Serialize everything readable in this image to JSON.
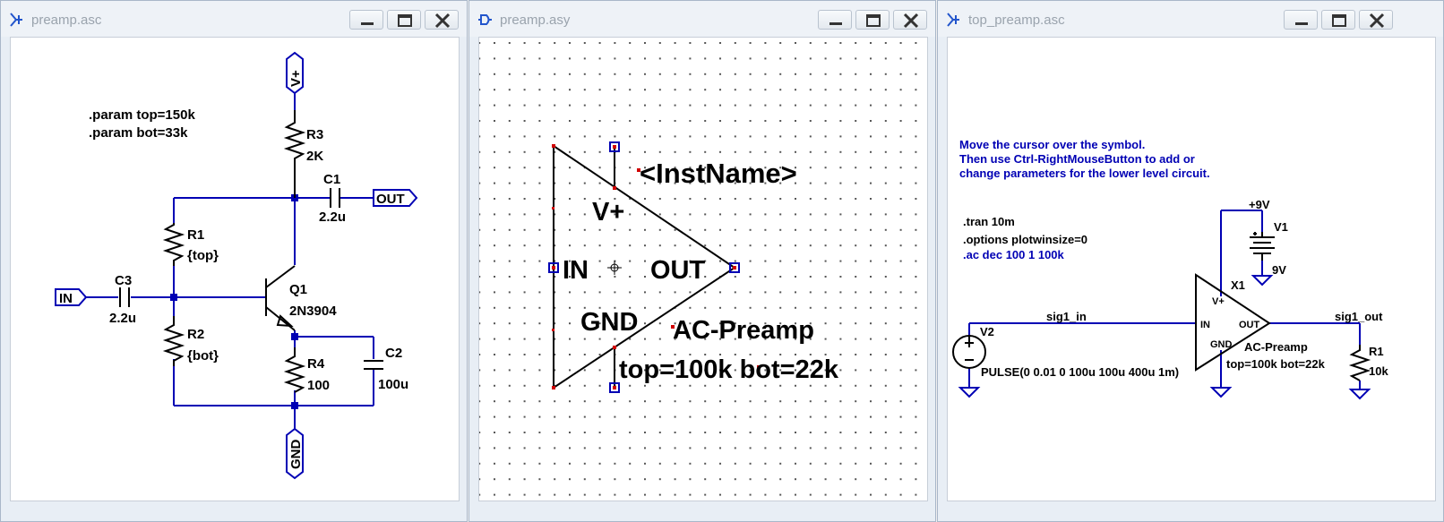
{
  "windows": {
    "sch": {
      "title": "preamp.asc"
    },
    "sym": {
      "title": "preamp.asy"
    },
    "top": {
      "title": "top_preamp.asc"
    }
  },
  "schematic": {
    "params": [
      ".param top=150k",
      ".param bot=33k"
    ],
    "ports": {
      "vplus": "V+",
      "out": "OUT",
      "in": "IN",
      "gnd": "GND"
    },
    "R3": {
      "name": "R3",
      "value": "2K"
    },
    "C1": {
      "name": "C1",
      "value": "2.2u"
    },
    "R1": {
      "name": "R1",
      "value": "{top}"
    },
    "C3": {
      "name": "C3",
      "value": "2.2u"
    },
    "Q1": {
      "name": "Q1",
      "value": "2N3904"
    },
    "R2": {
      "name": "R2",
      "value": "{bot}"
    },
    "R4": {
      "name": "R4",
      "value": "100"
    },
    "C2": {
      "name": "C2",
      "value": "100u"
    }
  },
  "symbol": {
    "instname": "<InstName>",
    "pin_vplus": "V+",
    "pin_in": "IN",
    "pin_out": "OUT",
    "pin_gnd": "GND",
    "value": "AC-Preamp",
    "params": "top=100k bot=22k"
  },
  "top": {
    "instructions": [
      "Move the cursor over the symbol.",
      "Then use Ctrl-RightMouseButton to add or",
      "change  parameters for the lower level circuit."
    ],
    "directives": [
      ".tran 10m",
      ".options plotwinsize=0"
    ],
    "ac_directive": ".ac dec 100 1 100k",
    "V1": {
      "name": "V1",
      "supply": "+9V",
      "value": "9V"
    },
    "V2": {
      "name": "V2",
      "value": "PULSE(0 0.01 0 100u 100u 400u 1m)"
    },
    "X1": {
      "name": "X1",
      "value": "AC-Preamp",
      "params": "top=100k bot=22k",
      "pin_vplus": "V+",
      "pin_in": "IN",
      "pin_out": "OUT",
      "pin_gnd": "GND"
    },
    "R1": {
      "name": "R1",
      "value": "10k"
    },
    "nets": {
      "in": "sig1_in",
      "out": "sig1_out"
    }
  },
  "colors": {
    "wire": "#0000b4",
    "part": "#000000",
    "text": "#000000",
    "directive_blue": "#0000b4",
    "pin_red": "#d00000"
  }
}
